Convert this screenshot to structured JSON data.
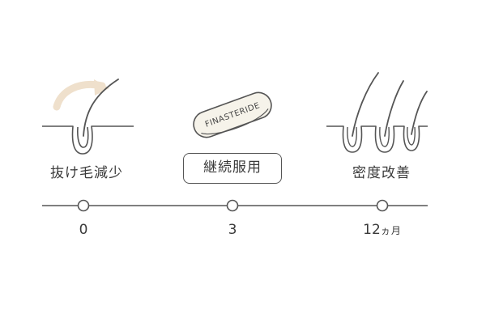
{
  "stages": [
    {
      "label": "抜け毛減少"
    },
    {
      "label": "継続服用"
    },
    {
      "label": "密度改善"
    }
  ],
  "pill": {
    "text": "FINASTERIDE"
  },
  "timeline": {
    "ticks": [
      {
        "value": "0",
        "unit": ""
      },
      {
        "value": "3",
        "unit": ""
      },
      {
        "value": "12",
        "unit": "ヵ月"
      }
    ]
  },
  "colors": {
    "line": "#555555",
    "arrow": "#efe0cc",
    "pill_fill": "#f6f3ea",
    "background": "#ffffff"
  },
  "icons": {
    "stage_0": "hair-fall-arrow-icon",
    "stage_1": "pill-icon",
    "stage_2": "dense-hair-icon"
  }
}
